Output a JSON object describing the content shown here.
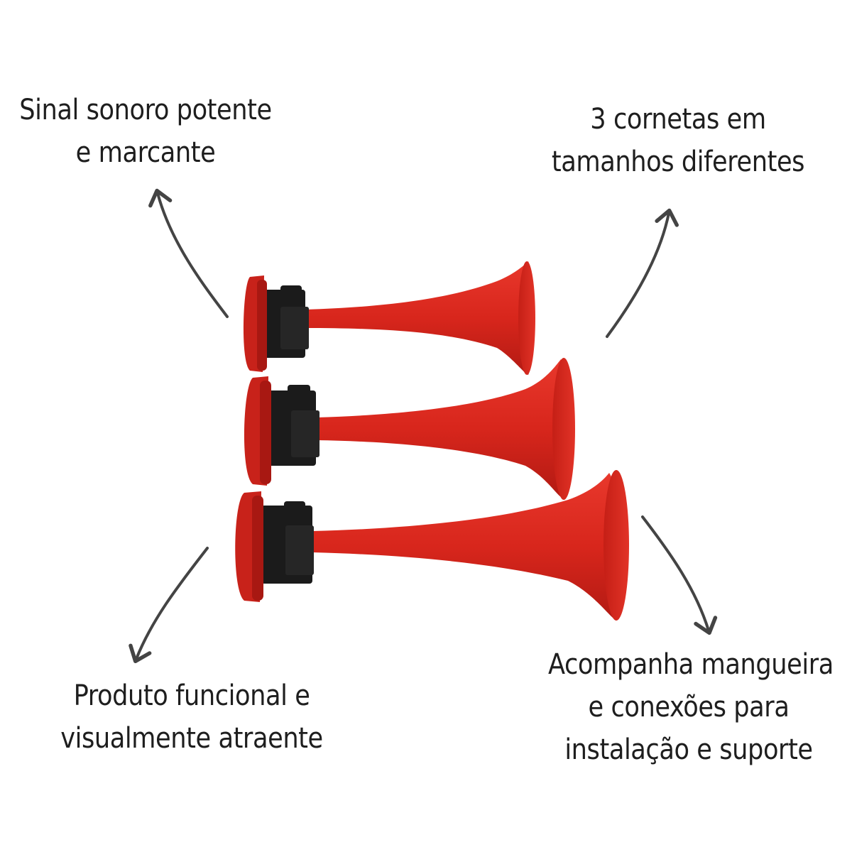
{
  "captions": {
    "top_left": [
      "Sinal sonoro potente",
      "e marcante"
    ],
    "top_right": [
      "3 cornetas em",
      "tamanhos diferentes"
    ],
    "bottom_left": [
      "Produto funcional e",
      "visualmente atraente"
    ],
    "bottom_right": [
      "Acompanha mangueira",
      "e conexões para",
      "instalação e suporte"
    ]
  },
  "product": {
    "horn_count": 3,
    "horn_color": "#d8261c",
    "horn_shadow_color": "#a81812",
    "mount_color": "#1b1b1b"
  },
  "arrow_color": "#444444"
}
